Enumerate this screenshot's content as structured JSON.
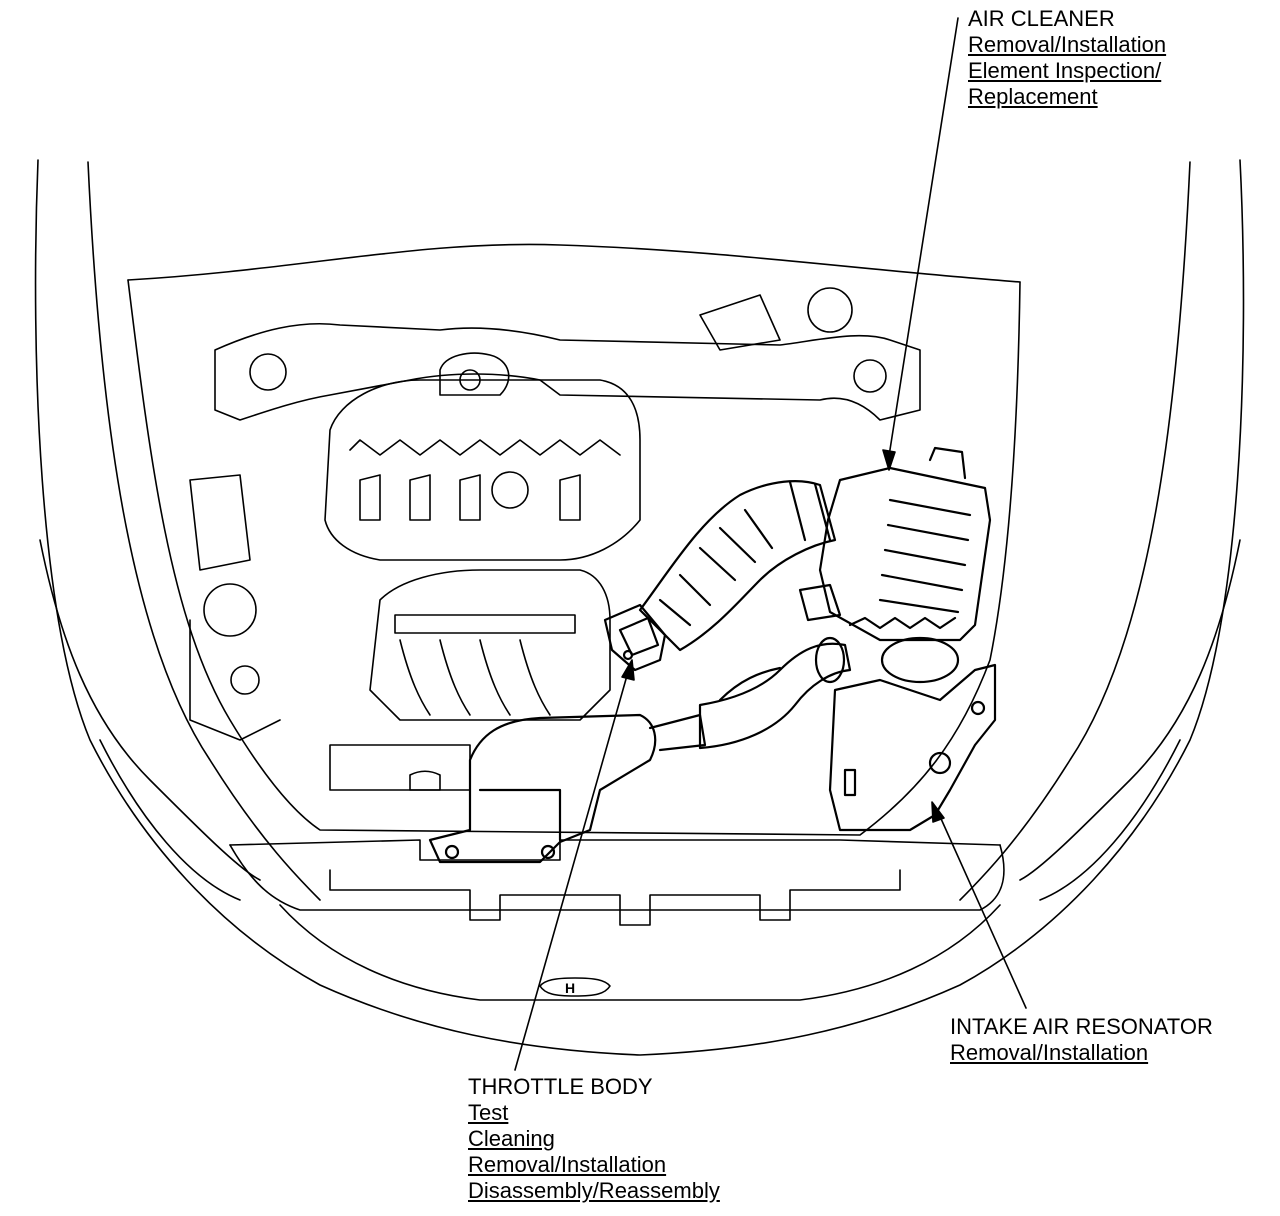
{
  "callouts": {
    "air_cleaner": {
      "title": "AIR CLEANER",
      "links": [
        "Removal/Installation",
        "Element Inspection/",
        "Replacement"
      ]
    },
    "intake_air_resonator": {
      "title": "INTAKE AIR RESONATOR",
      "links": [
        "Removal/Installation"
      ]
    },
    "throttle_body": {
      "title": "THROTTLE BODY",
      "links": [
        "Test",
        "Cleaning",
        "Removal/Installation",
        "Disassembly/Reassembly"
      ]
    }
  },
  "colors": {
    "line": "#000000",
    "background": "#ffffff"
  }
}
